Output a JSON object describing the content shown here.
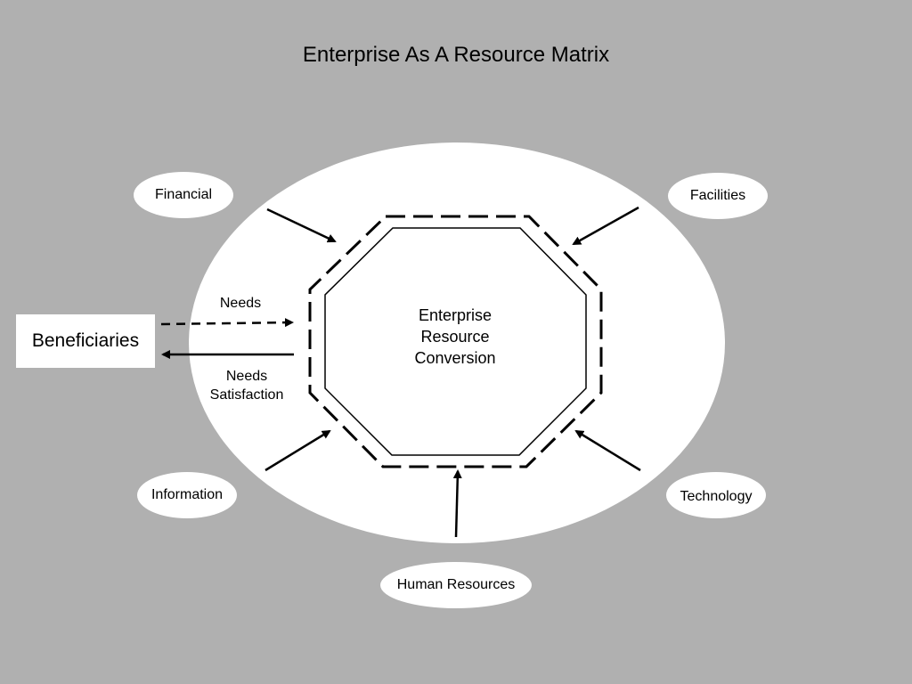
{
  "title": "Enterprise As A Resource Matrix",
  "center": "Enterprise\nResource\nConversion",
  "beneficiaries": "Beneficiaries",
  "needs": "Needs",
  "needs_satisfaction": "Needs\nSatisfaction",
  "resources": {
    "financial": "Financial",
    "facilities": "Facilities",
    "information": "Information",
    "technology": "Technology",
    "human_resources": "Human Resources"
  },
  "colors": {
    "background": "#b0b0b0",
    "shape_fill": "#ffffff",
    "stroke": "#000000"
  }
}
